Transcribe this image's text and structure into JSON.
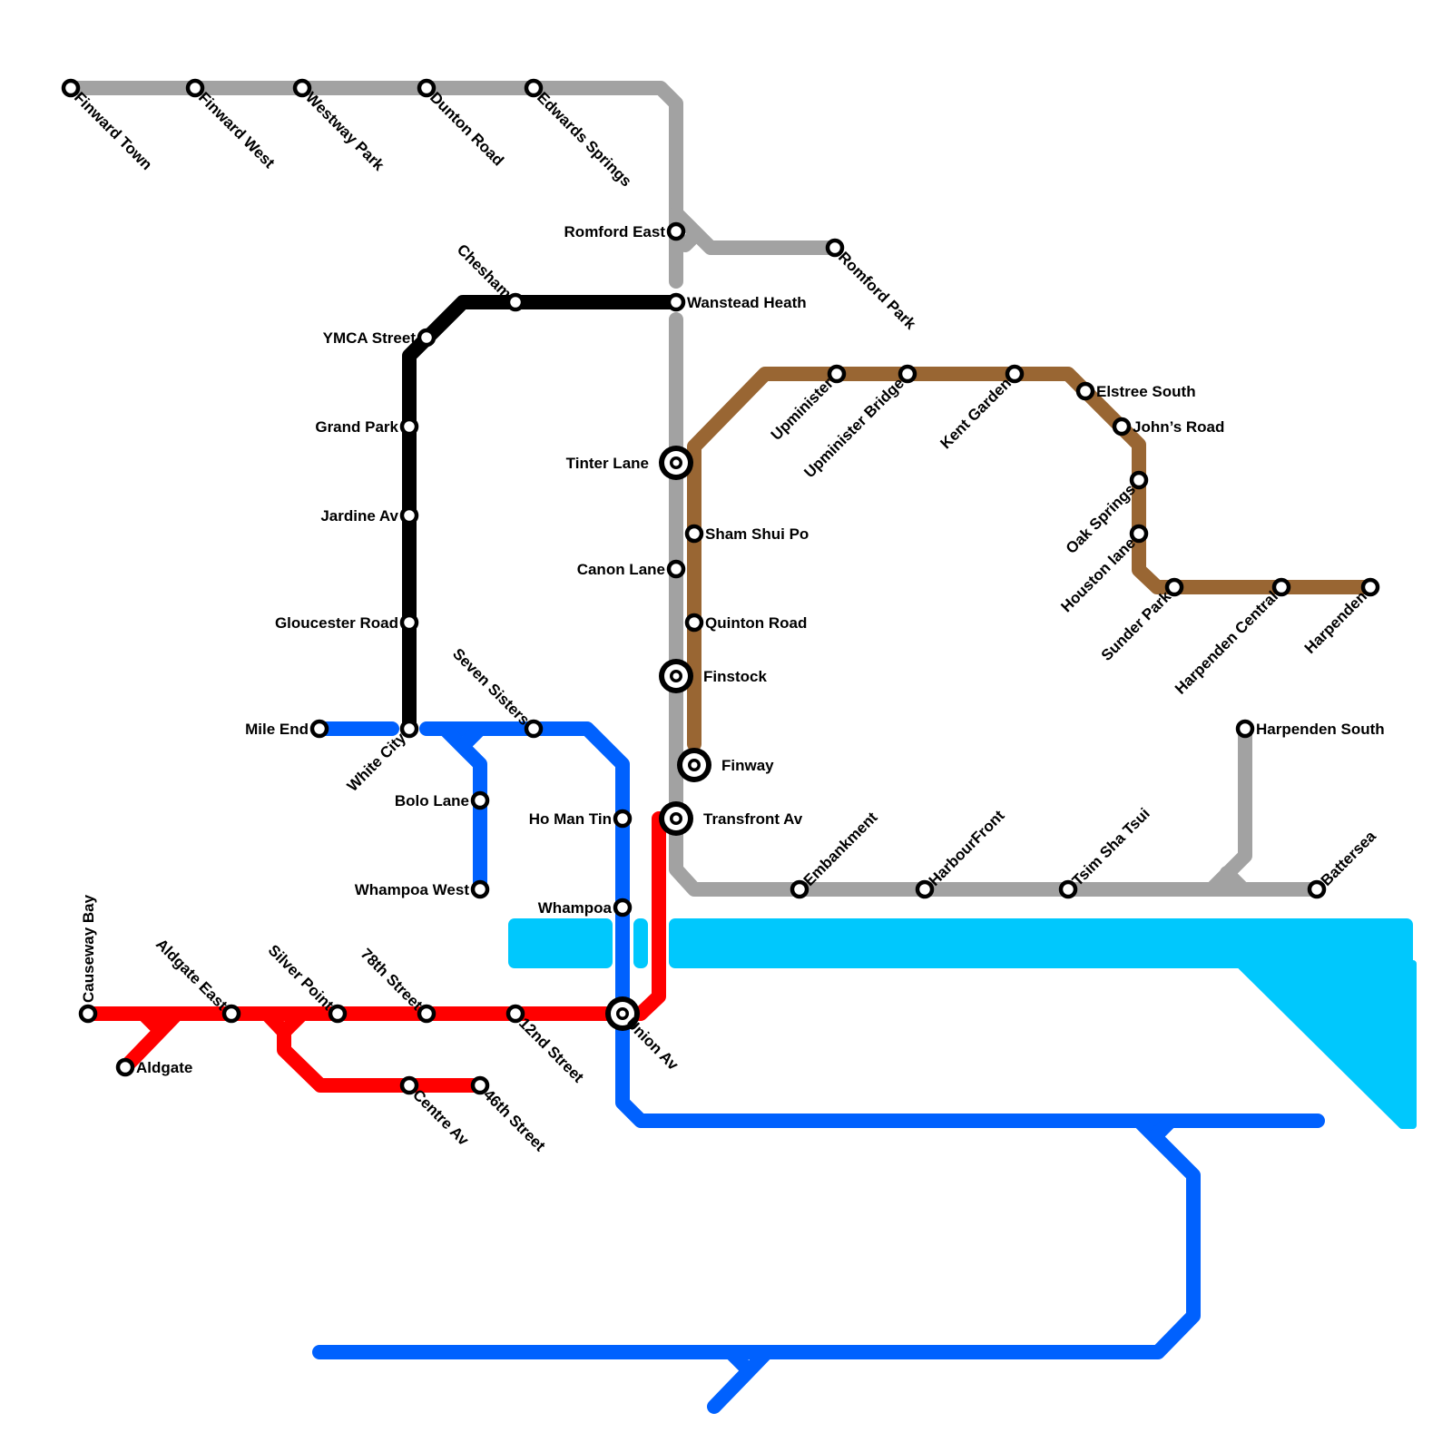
{
  "colors": {
    "grey": "#a2a2a2",
    "black": "#000000",
    "brown": "#996633",
    "blue": "#0061fe",
    "red": "#ff0000",
    "water": "#00c8fd"
  },
  "lines": [
    {
      "id": "grey-line",
      "color": "#a2a2a2"
    },
    {
      "id": "black-line",
      "color": "#000000"
    },
    {
      "id": "brown-line",
      "color": "#996633"
    },
    {
      "id": "blue-line",
      "color": "#0061fe"
    },
    {
      "id": "red-line",
      "color": "#ff0000"
    }
  ],
  "stations": [
    {
      "name": "Finward Town"
    },
    {
      "name": "Finward West"
    },
    {
      "name": "Westway Park"
    },
    {
      "name": "Dunton Road"
    },
    {
      "name": "Edwards Springs"
    },
    {
      "name": "Romford East"
    },
    {
      "name": "Romford Park"
    },
    {
      "name": "Chesham"
    },
    {
      "name": "Wanstead Heath"
    },
    {
      "name": "YMCA Street"
    },
    {
      "name": "Grand Park"
    },
    {
      "name": "Jardine Av"
    },
    {
      "name": "Gloucester Road"
    },
    {
      "name": "Mile End"
    },
    {
      "name": "White City"
    },
    {
      "name": "Seven Sisters"
    },
    {
      "name": "Bolo Lane"
    },
    {
      "name": "Whampoa West"
    },
    {
      "name": "Ho Man Tin"
    },
    {
      "name": "Whampoa"
    },
    {
      "name": "Tinter Lane",
      "interchange": true
    },
    {
      "name": "Sham Shui Po"
    },
    {
      "name": "Canon Lane"
    },
    {
      "name": "Quinton Road"
    },
    {
      "name": "Finstock",
      "interchange": true
    },
    {
      "name": "Finway",
      "interchange": true
    },
    {
      "name": "Transfront Av",
      "interchange": true
    },
    {
      "name": "Upminister"
    },
    {
      "name": "Upminister Bridge"
    },
    {
      "name": "Kent Garden"
    },
    {
      "name": "Elstree South"
    },
    {
      "name": "John’s Road"
    },
    {
      "name": "Oak Springs"
    },
    {
      "name": "Houston lane"
    },
    {
      "name": "Sunder Park"
    },
    {
      "name": "Harpenden Central"
    },
    {
      "name": "Harpenden"
    },
    {
      "name": "Harpenden South"
    },
    {
      "name": "Embankment"
    },
    {
      "name": "HarbourFront"
    },
    {
      "name": "Tsim Sha Tsui"
    },
    {
      "name": "Battersea"
    },
    {
      "name": "Causeway Bay"
    },
    {
      "name": "Aldgate East"
    },
    {
      "name": "Silver Point"
    },
    {
      "name": "78th Street"
    },
    {
      "name": "12nd Street"
    },
    {
      "name": "Union Av",
      "interchange": true
    },
    {
      "name": "Aldgate"
    },
    {
      "name": "Centre Av"
    },
    {
      "name": "46th Street"
    }
  ]
}
